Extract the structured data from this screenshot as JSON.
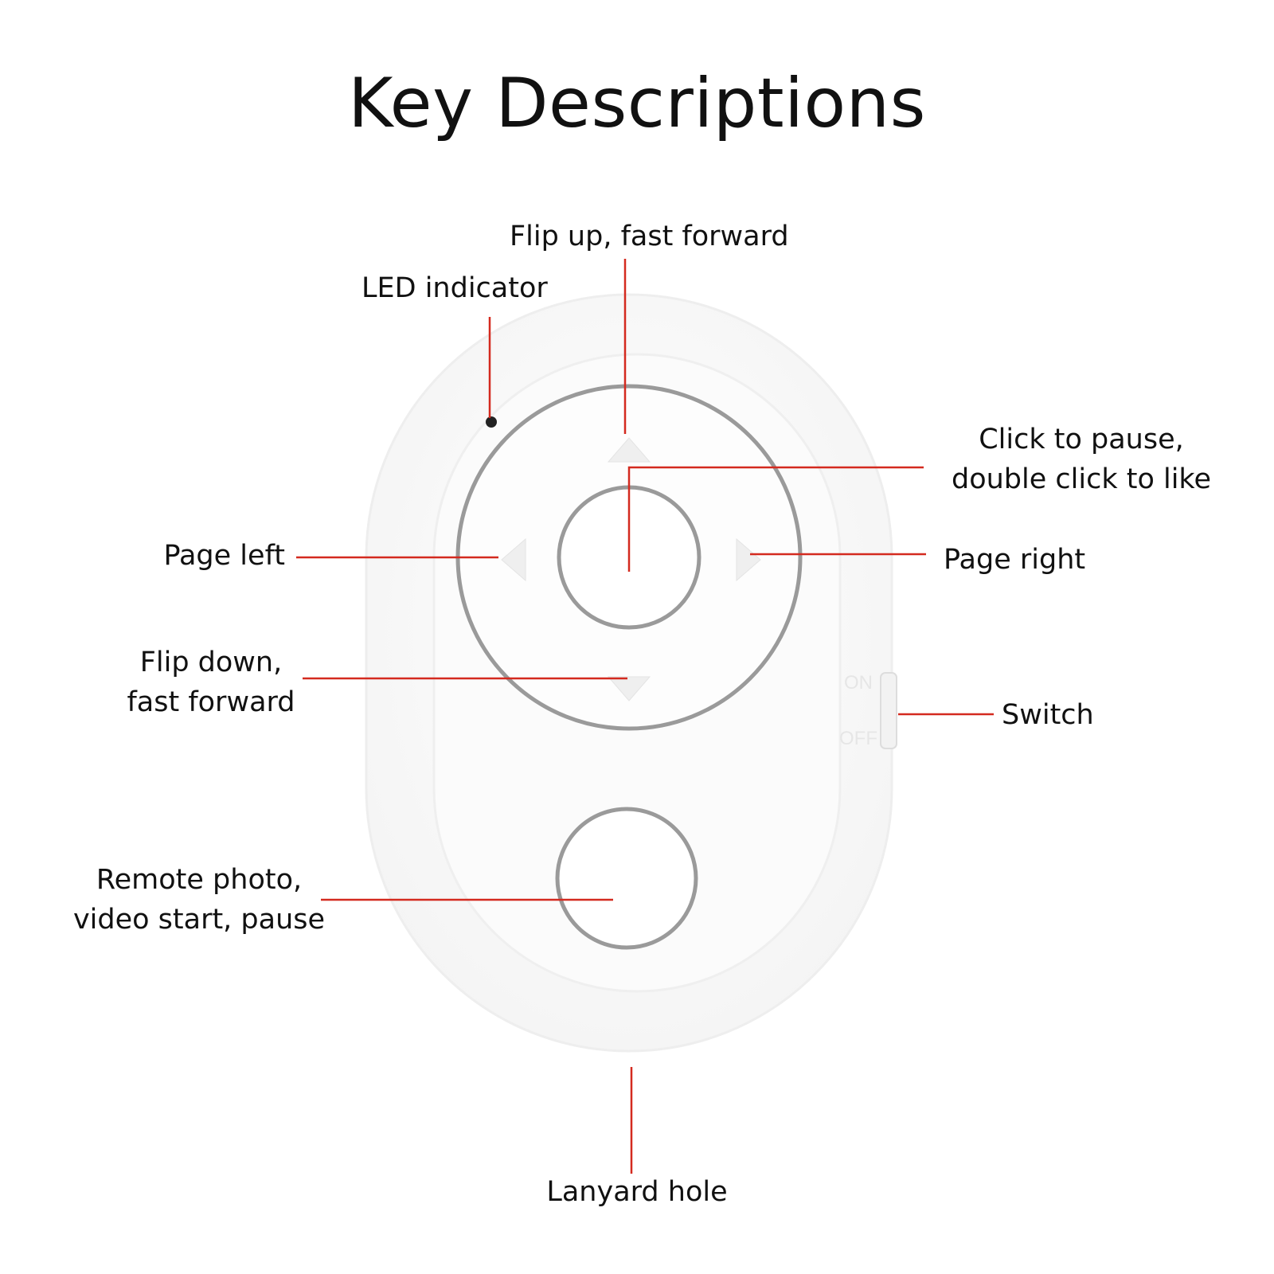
{
  "title": "Key Descriptions",
  "colors": {
    "leader": "#d42a1f",
    "body": "#fbfbfb",
    "ring": "#9a9a9a"
  },
  "labels": {
    "flip_up": "Flip up, fast forward",
    "led": "LED indicator",
    "center_line1": "Click to pause,",
    "center_line2": "double click to like",
    "page_left": "Page left",
    "page_right": "Page right",
    "flip_down_line1": "Flip down,",
    "flip_down_line2": "fast forward",
    "switch": "Switch",
    "remote_line1": "Remote photo,",
    "remote_line2": "video start, pause",
    "lanyard": "Lanyard hole"
  },
  "switch_marks": {
    "on": "ON",
    "off": "OFF"
  }
}
